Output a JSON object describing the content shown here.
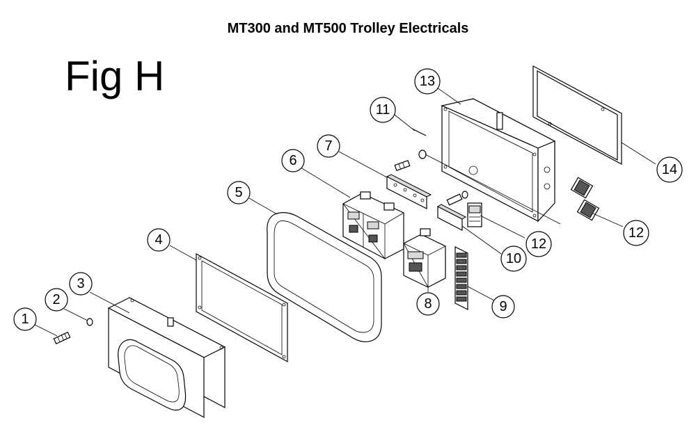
{
  "title": "MT300 and MT500 Trolley Electricals",
  "figure_label": "Fig H",
  "callouts": [
    "1",
    "2",
    "3",
    "4",
    "5",
    "6",
    "7",
    "8",
    "9",
    "10",
    "11",
    "12",
    "12",
    "13",
    "14"
  ]
}
